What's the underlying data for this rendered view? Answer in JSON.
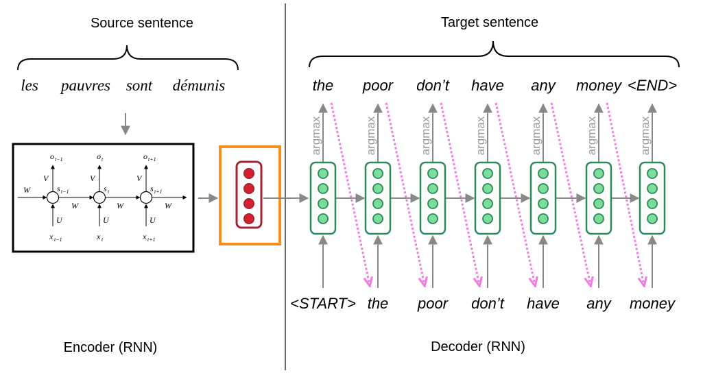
{
  "headings": {
    "source": "Source sentence",
    "target": "Target sentence",
    "encoder": "Encoder (RNN)",
    "decoder": "Decoder (RNN)"
  },
  "source_words": [
    "les",
    "pauvres",
    "sont",
    "démunis"
  ],
  "target_words": [
    "the",
    "poor",
    "don’t",
    "have",
    "any",
    "money",
    "<END>"
  ],
  "input_words": [
    "<START>",
    "the",
    "poor",
    "don’t",
    "have",
    "any",
    "money"
  ],
  "argmax_label": "argmax",
  "rnn_cell": {
    "weight_w": "W",
    "weight_v": "V",
    "weight_u": "U",
    "cells": [
      {
        "o": "o",
        "o_sub": "t−1",
        "s": "s",
        "s_sub": "t−1",
        "x": "x",
        "x_sub": "t−1"
      },
      {
        "o": "o",
        "o_sub": "t",
        "s": "s",
        "s_sub": "t",
        "x": "x",
        "x_sub": "t"
      },
      {
        "o": "o",
        "o_sub": "t+1",
        "s": "s",
        "s_sub": "t+1",
        "x": "x",
        "x_sub": "t+1"
      }
    ]
  },
  "colors": {
    "encoding_vector": "#a3232f",
    "encoding_neuron": "#d72030",
    "encoding_highlight": "#f5901e",
    "decoder_cell": "#2b8a5a",
    "decoder_neuron": "#7ddc9a",
    "feedback_arrow": "#f27ae2",
    "arrow_gray": "#888888"
  }
}
